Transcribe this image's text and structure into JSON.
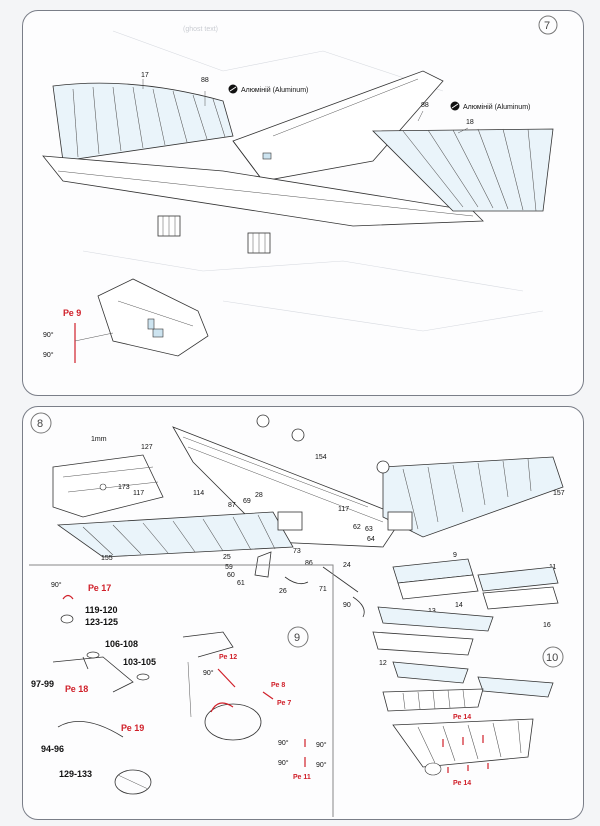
{
  "steps": {
    "step7": "7",
    "step8": "8",
    "step9": "9",
    "step10": "10"
  },
  "top": {
    "part17": "17",
    "part18": "18",
    "part88a": "88",
    "part88b": "88",
    "aluminum_left": "Алюміній (Aluminum)",
    "aluminum_right": "Алюміній (Aluminum)",
    "pe9": "Ре 9",
    "angle1": "90°",
    "angle2": "90°"
  },
  "bottom": {
    "mm": "1mm",
    "labels": [
      "127",
      "173",
      "117",
      "114",
      "87",
      "69",
      "28",
      "154",
      "117",
      "62",
      "63",
      "64",
      "157",
      "155",
      "73",
      "86",
      "25",
      "59",
      "60",
      "61",
      "26",
      "24",
      "71",
      "90",
      "9",
      "14",
      "11",
      "16",
      "13",
      "12"
    ],
    "pe17": "Ре 17",
    "angle_pe17": "90°",
    "parts_a": "119-120",
    "parts_b": "123-125",
    "parts_c": "106-108",
    "parts_d": "103-105",
    "parts_e": "97-99",
    "pe18": "Ре 18",
    "pe19": "Ре 19",
    "parts_f": "94-96",
    "parts_g": "129-133",
    "pe12": "Ре 12",
    "angle_pe12": "90°",
    "pe8": "Ре 8",
    "pe7": "Ре 7",
    "angle_a": "90°",
    "angle_b": "90°",
    "angle_c": "90°",
    "angle_d": "90°",
    "pe11": "Ре 11",
    "pe14a": "Ре 14",
    "pe14b": "Ре 14"
  }
}
